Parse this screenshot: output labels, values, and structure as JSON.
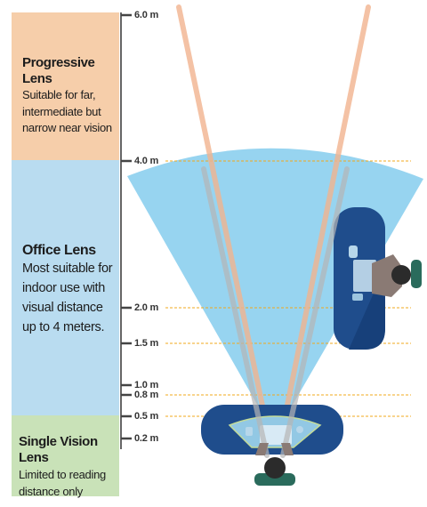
{
  "bands": {
    "progressive": {
      "title": "Progressive Lens",
      "desc": [
        "Suitable for far,",
        "intermediate but",
        "narrow near vision"
      ],
      "color": "#f6ceaa"
    },
    "office": {
      "title": "Office Lens",
      "desc": [
        "Most suitable for",
        "indoor use with",
        "visual distance",
        "up to 4 meters."
      ],
      "color": "#b9dcf0"
    },
    "single": {
      "title": "Single Vision Lens",
      "desc": [
        "Limited to reading",
        "distance only"
      ],
      "color": "#c9e2b8"
    }
  },
  "scale": {
    "ticks": [
      {
        "label": "6.0 m",
        "value": 6.0
      },
      {
        "label": "4.0 m",
        "value": 4.0
      },
      {
        "label": "2.0 m",
        "value": 2.0
      },
      {
        "label": "1.5 m",
        "value": 1.5
      },
      {
        "label": "1.0 m",
        "value": 1.0
      },
      {
        "label": "0.8 m",
        "value": 0.8
      },
      {
        "label": "0.5 m",
        "value": 0.5
      },
      {
        "label": "0.2 m",
        "value": 0.2
      }
    ],
    "dashed_at": [
      4.0,
      2.0,
      1.5,
      0.8,
      0.5
    ]
  },
  "colors": {
    "vision_field": "#7ec9ea",
    "progressive_beam": "#f2b48f",
    "desk": "#1f4d8c",
    "guide": "#f0a91c"
  }
}
